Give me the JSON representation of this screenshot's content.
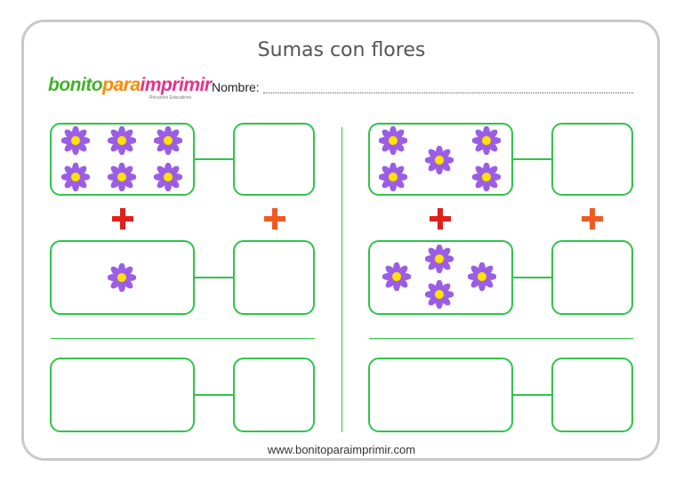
{
  "header": {
    "title": "Sumas con flores",
    "logo_part1": "bonito",
    "logo_part2": "para",
    "logo_part3": "imprimir",
    "logo_tagline": "Recursos Educativos",
    "name_label": "Nombre:"
  },
  "left_exercise": {
    "top_flowers": 6,
    "bottom_flowers": 1
  },
  "right_exercise": {
    "top_flowers": 5,
    "bottom_flowers": 4
  },
  "colors": {
    "box_border": "#2fc44a",
    "plus_main": "#e0201b",
    "plus_secondary": "#f05a22",
    "petal": "#9b5de5",
    "flower_center": "#ffe20a"
  },
  "footer": {
    "url": "www.bonitoparaimprimir.com"
  }
}
